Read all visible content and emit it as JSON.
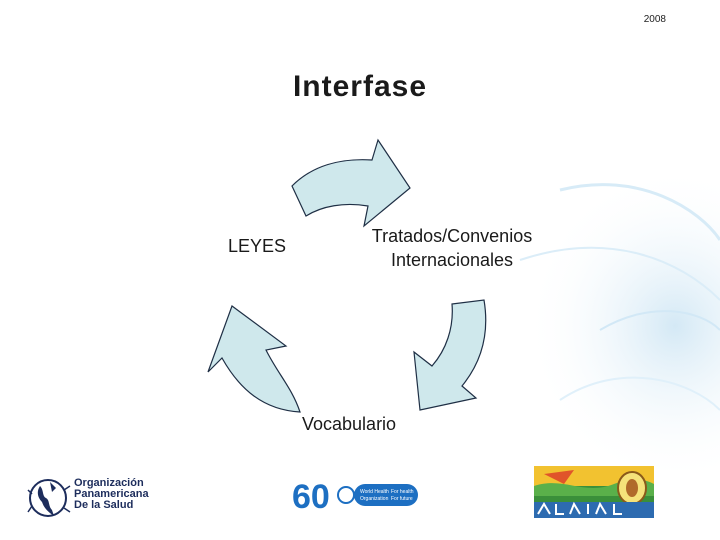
{
  "header": {
    "year": "2008"
  },
  "slide": {
    "title": "Interfase"
  },
  "cycle": {
    "labels": {
      "leyes": "LEYES",
      "tratados_line1": "Tratados/Convenios",
      "tratados_line2": "Internacionales",
      "vocabulario": "Vocabulario"
    },
    "arrow_fill": "#cfe8ec",
    "arrow_stroke": "#1f2f45"
  },
  "footer": {
    "paho": {
      "line1": "Organización",
      "line2": "Panamericana",
      "line3": "De la Salud"
    },
    "anniversary": {
      "number": "60",
      "who_text": "World Health Organization",
      "tagline": "For health For future"
    },
    "brand_color": "#1d6fc2",
    "paho_color": "#1d2d5c"
  }
}
